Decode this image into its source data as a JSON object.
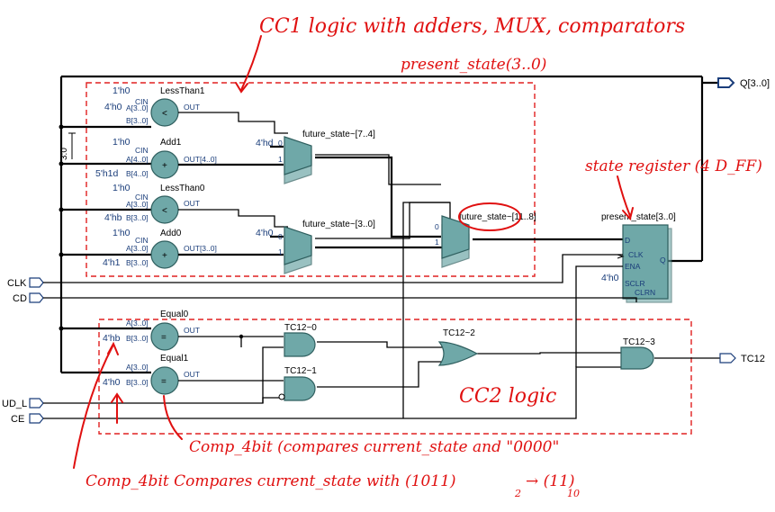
{
  "annotations": {
    "cc1": "CC1 logic with adders, MUX, comparators",
    "present_state": "present_state(3..0)",
    "state_register": "state register (4 D_FF)",
    "cc2": "CC2 logic",
    "comp1": "Comp_4bit (compares current_state and \"0000\"",
    "comp2": "Comp_4bit Compares current_state with (1011)",
    "sub2": "2",
    "arrow_eq": "→ (11)",
    "sub10": "10"
  },
  "ports": {
    "clk": "CLK",
    "cd": "CD",
    "ud_l": "UD_L",
    "ce": "CE",
    "q": "Q[3..0]",
    "tc12": "TC12"
  },
  "blocks": {
    "lessthan1": {
      "name": "LessThan1",
      "cin": "1'h0",
      "cin_port": "CIN",
      "a_val": "4'h0",
      "a": "A[3..0]",
      "b": "B[3..0]",
      "out": "OUT",
      "sym": "<"
    },
    "add1": {
      "name": "Add1",
      "cin": "1'h0",
      "cin_port": "CIN",
      "a": "A[4..0]",
      "b_val": "5'h1d",
      "b": "B[4..0]",
      "out": "OUT[4..0]",
      "sym": "+"
    },
    "lessthan0": {
      "name": "LessThan0",
      "cin": "1'h0",
      "cin_port": "CIN",
      "a": "A[3..0]",
      "b_val": "4'hb",
      "b": "B[3..0]",
      "out": "OUT",
      "sym": "<"
    },
    "add0": {
      "name": "Add0",
      "cin": "1'h0",
      "cin_port": "CIN",
      "a": "A[3..0]",
      "b_val": "4'h1",
      "b": "B[3..0]",
      "out": "OUT[3..0]",
      "sym": "+"
    },
    "equal0": {
      "name": "Equal0",
      "a": "A[3..0]",
      "b_val": "4'hb",
      "b": "B[3..0]",
      "out": "OUT",
      "sym": "="
    },
    "equal1": {
      "name": "Equal1",
      "a": "A[3..0]",
      "b_val": "4'h0",
      "b": "B[3..0]",
      "out": "OUT",
      "sym": "="
    },
    "mux_top": {
      "name": "future_state~[7..4]",
      "in0": "4'hd",
      "p0": "0",
      "p1": "1"
    },
    "mux_mid": {
      "name": "future_state~[3..0]",
      "in0": "4'h0",
      "p0": "0",
      "p1": "1"
    },
    "mux_out": {
      "name": "future_state~[11..8]",
      "p0": "0",
      "p1": "1"
    },
    "reg": {
      "name": "present_state[3..0]",
      "d": "D",
      "clk": "CLK",
      "ena": "ENA",
      "sclr": "SCLR",
      "clrn": "CLRN",
      "q": "Q",
      "sclr_val": "4'h0"
    },
    "tc12_0": {
      "name": "TC12~0"
    },
    "tc12_1": {
      "name": "TC12~1"
    },
    "tc12_2": {
      "name": "TC12~2"
    },
    "tc12_3": {
      "name": "TC12~3"
    },
    "bus_label": "3:0"
  }
}
